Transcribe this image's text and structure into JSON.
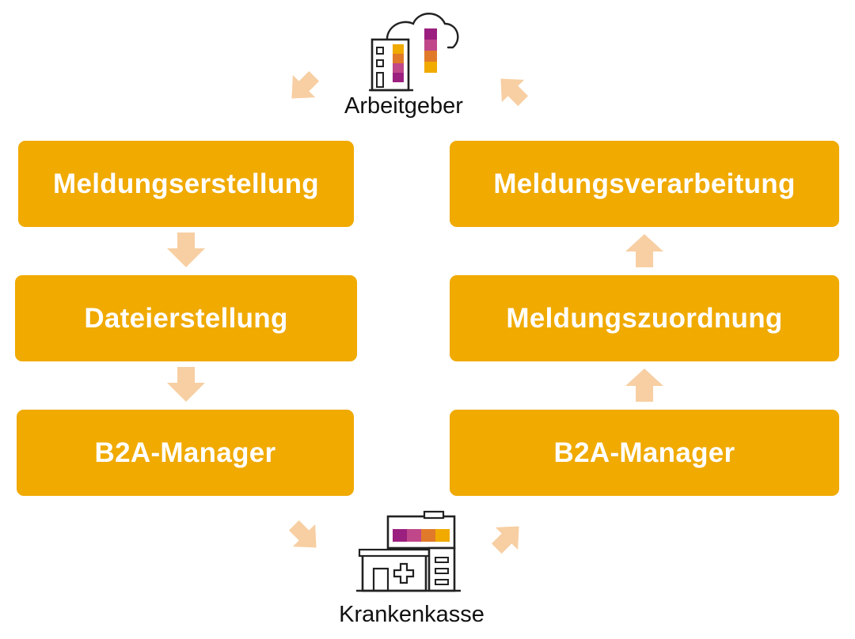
{
  "nodes": {
    "top": {
      "label": "Arbeitgeber",
      "icon": "office-building-cloud-icon"
    },
    "bottom": {
      "label": "Krankenkasse",
      "icon": "hospital-building-icon"
    }
  },
  "left_column": [
    {
      "label": "Meldungserstellung"
    },
    {
      "label": "Dateierstellung"
    },
    {
      "label": "B2A-Manager"
    }
  ],
  "right_column": [
    {
      "label": "Meldungsverarbeitung"
    },
    {
      "label": "Meldungszuordnung"
    },
    {
      "label": "B2A-Manager"
    }
  ],
  "colors": {
    "box": "#f0aa00",
    "box_text": "#ffffff",
    "arrow": "#f7cfa3",
    "icon_purple": "#9b1f7f",
    "icon_orange": "#e07a2a",
    "icon_yellow": "#f0aa00"
  }
}
